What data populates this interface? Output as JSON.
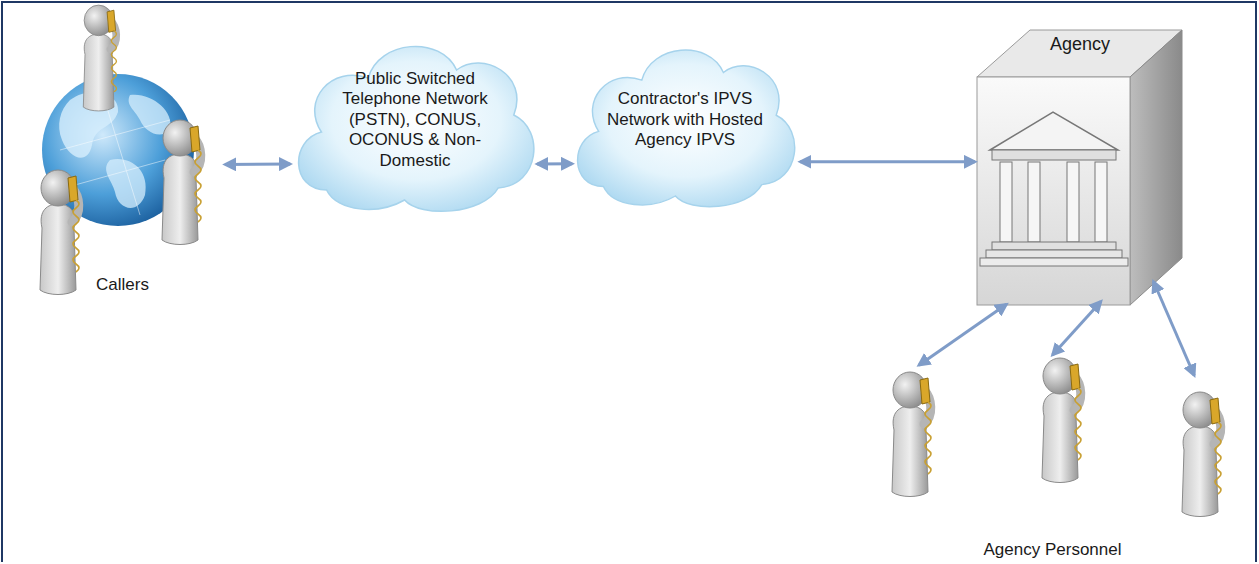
{
  "diagram": {
    "nodes": [
      {
        "text": [
          "Callers"
        ]
      },
      {
        "text": [
          "Public Switched Telephone Network (PSTN), CONUS, OCONUS & Non-Domestic"
        ]
      },
      {
        "text": [
          "Contractor's IPVS Network with Hosted Agency IPVS"
        ]
      },
      {
        "text": [
          "Agency"
        ]
      },
      {
        "text": [
          "Agency Personnel"
        ]
      }
    ],
    "edges": [
      {
        "from": 0,
        "to": 1,
        "arrow": "both"
      },
      {
        "from": 1,
        "to": 2,
        "arrow": "both"
      },
      {
        "from": 2,
        "to": 3,
        "arrow": "both"
      },
      {
        "from": 3,
        "to": 4,
        "arrow": "both"
      },
      {
        "from": 3,
        "to": 4,
        "arrow": "both"
      },
      {
        "from": 3,
        "to": 4,
        "arrow": "both"
      }
    ]
  }
}
